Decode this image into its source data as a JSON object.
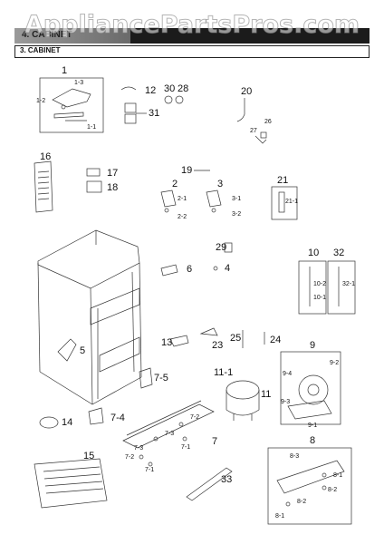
{
  "watermark": "AppliancePartsPros.com",
  "header": {
    "title": "4. CABINET",
    "section": "3. CABINET"
  },
  "colors": {
    "title_bar": "#1b1b1b",
    "line": "#333333"
  },
  "callouts": {
    "c1": "1",
    "c1_3": "1-3",
    "c1_2": "1-2",
    "c1_1": "1-1",
    "c12": "12",
    "c30": "30",
    "c28": "28",
    "c31": "31",
    "c20": "20",
    "c27": "27",
    "c26": "26",
    "c16": "16",
    "c17": "17",
    "c18": "18",
    "c19": "19",
    "c2": "2",
    "c2_1": "2-1",
    "c2_2": "2-2",
    "c3": "3",
    "c3_1": "3-1",
    "c3_2": "3-2",
    "c21": "21",
    "c21_1": "21-1",
    "c29": "29",
    "c6": "6",
    "c4": "4",
    "c10": "10",
    "c32": "32",
    "c10_1": "10-1",
    "c10_2": "10-2",
    "c32_1": "32-1",
    "c5": "5",
    "c13": "13",
    "c23": "23",
    "c25": "25",
    "c24": "24",
    "c9": "9",
    "c9_2": "9-2",
    "c9_4": "9-4",
    "c9_3": "9-3",
    "c9_1": "9-1",
    "c11_1": "11-1",
    "c11": "11",
    "c7_5": "7-5",
    "c7_4": "7-4",
    "c14": "14",
    "c7": "7",
    "c7_2a": "7-2",
    "c7_3a": "7-3",
    "c7_1a": "7-1",
    "c7_3b": "7-3",
    "c7_2b": "7-2",
    "c7_1b": "7-1",
    "c8": "8",
    "c8_3": "8-3",
    "c8_1a": "8-1",
    "c8_2a": "8-2",
    "c8_2b": "8-2",
    "c8_1b": "8-1",
    "c15": "15",
    "c33": "33"
  }
}
